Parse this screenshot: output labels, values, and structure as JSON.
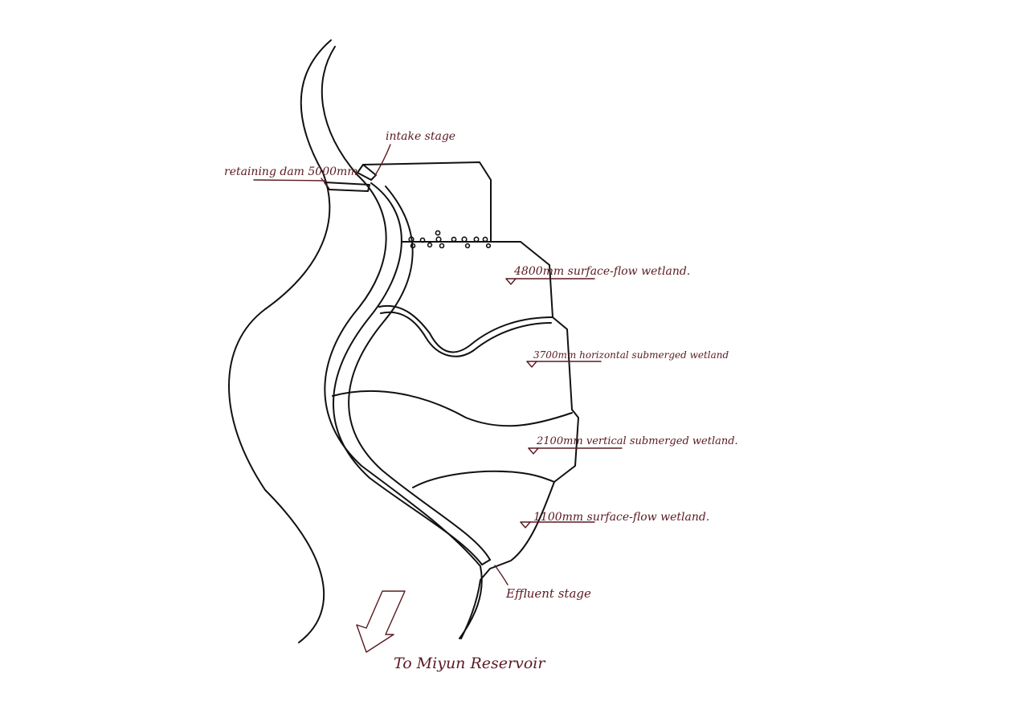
{
  "labels": {
    "intake_stage": "intake stage",
    "retaining_dam": "retaining dam 5000mm",
    "wetland_1": "4800mm surface-flow wetland.",
    "wetland_2": "3700mm horizontal submerged wetland",
    "wetland_3": "2100mm vertical submerged wetland.",
    "wetland_4": "1100mm surface-flow wetland.",
    "effluent_stage": "Effluent stage",
    "destination": "To Miyun Reservoir"
  },
  "colors": {
    "line": "#111111",
    "annotation": "#5a1a22",
    "background": "#ffffff"
  }
}
